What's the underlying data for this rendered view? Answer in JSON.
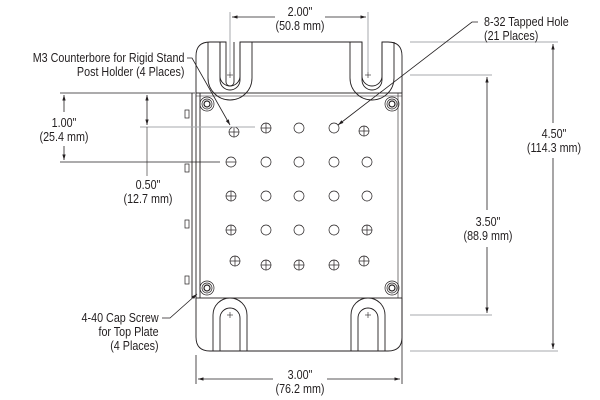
{
  "colors": {
    "line": "#231f20",
    "light_line": "#a7a9ac",
    "background": "#ffffff"
  },
  "dimensions": {
    "top_width": {
      "imperial": "2.00\"",
      "metric": "(50.8 mm)"
    },
    "bottom_width": {
      "imperial": "3.00\"",
      "metric": "(76.2 mm)"
    },
    "left_spacing_1": {
      "imperial": "1.00\"",
      "metric": "(25.4 mm)"
    },
    "left_spacing_2": {
      "imperial": "0.50\"",
      "metric": "(12.7 mm)"
    },
    "right_height_inner": {
      "imperial": "3.50\"",
      "metric": "(88.9 mm)"
    },
    "right_height_outer": {
      "imperial": "4.50\"",
      "metric": "(114.3 mm)"
    }
  },
  "callouts": {
    "counterbore": {
      "line1": "M3 Counterbore for Rigid Stand",
      "line2": "Post Holder (4 Places)"
    },
    "tapped_hole": {
      "line1": "8-32 Tapped Hole",
      "line2": "(21 Places)"
    },
    "cap_screw": {
      "line1": "4-40 Cap Screw",
      "line2": "for Top Plate",
      "line3": "(4 Places)"
    }
  },
  "hole_grid": {
    "columns": 5,
    "rows": 5,
    "tapped_hole_count": 21,
    "counterbore_count": 4,
    "cap_screw_count": 4
  }
}
